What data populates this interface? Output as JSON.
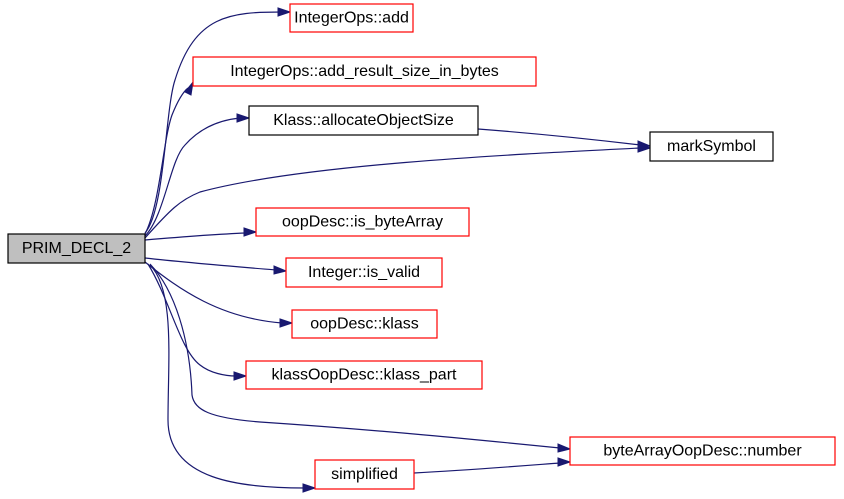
{
  "colors": {
    "edge": "#191970",
    "root_fill": "#bfbfbf",
    "linked_border": "#ff0000",
    "plain_border": "#000000"
  },
  "nodes": {
    "root": {
      "label": "PRIM_DECL_2"
    },
    "integer_ops_add": {
      "label": "IntegerOps::add"
    },
    "integer_ops_add_result_size": {
      "label": "IntegerOps::add_result_size_in_bytes"
    },
    "klass_allocate_object_size": {
      "label": "Klass::allocateObjectSize"
    },
    "mark_symbol": {
      "label": "markSymbol"
    },
    "oop_desc_is_byte_array": {
      "label": "oopDesc::is_byteArray"
    },
    "integer_is_valid": {
      "label": "Integer::is_valid"
    },
    "oop_desc_klass": {
      "label": "oopDesc::klass"
    },
    "klass_oop_desc_klass_part": {
      "label": "klassOopDesc::klass_part"
    },
    "byte_array_oop_desc_number": {
      "label": "byteArrayOopDesc::number"
    },
    "simplified": {
      "label": "simplified"
    }
  }
}
